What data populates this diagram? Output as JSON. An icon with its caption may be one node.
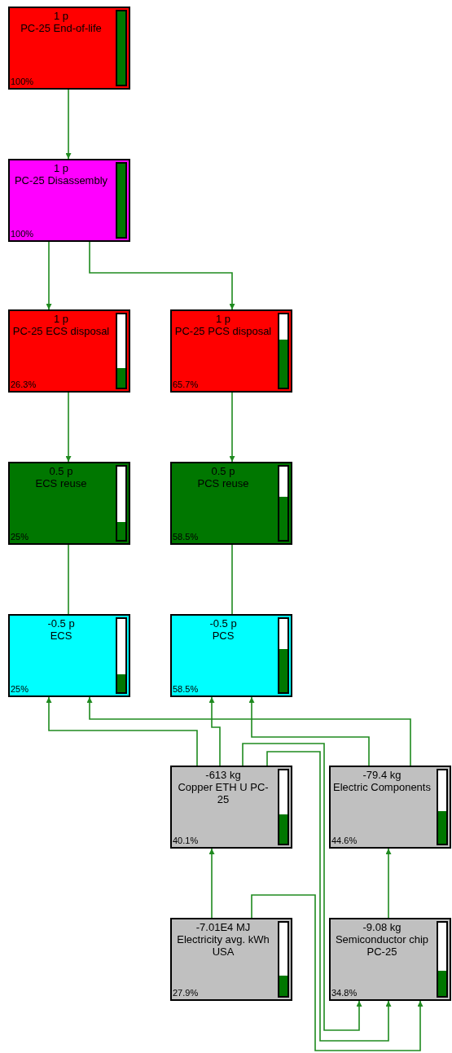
{
  "diagram": {
    "nodes": [
      {
        "text": [
          "1 p",
          "PC-25 End-of-life",
          "100%"
        ]
      },
      {
        "text": [
          "1 p",
          "PC-25 Disassembly",
          "100%"
        ]
      },
      {
        "text": [
          "1 p",
          "PC-25 ECS disposal",
          "26.3%"
        ]
      },
      {
        "text": [
          "1 p",
          "PC-25 PCS disposal",
          "65.7%"
        ]
      },
      {
        "text": [
          "0.5 p",
          "ECS reuse",
          "25%"
        ]
      },
      {
        "text": [
          "0.5 p",
          "PCS reuse",
          "58.5%"
        ]
      },
      {
        "text": [
          "-0.5 p",
          "ECS",
          "25%"
        ]
      },
      {
        "text": [
          "-0.5 p",
          "PCS",
          "58.5%"
        ]
      },
      {
        "text": [
          "-613 kg",
          "Copper ETH U PC-25",
          "40.1%"
        ]
      },
      {
        "text": [
          "-79.4 kg",
          "Electric Components",
          "44.6%"
        ]
      },
      {
        "text": [
          "-7.01E4 MJ",
          "Electricity avg. kWh USA",
          "27.9%"
        ]
      },
      {
        "text": [
          "-9.08 kg",
          "Semiconductor chip PC-25",
          "34.8%"
        ]
      }
    ],
    "edges": [
      {
        "from": 0,
        "to": 1,
        "arrow": "to"
      },
      {
        "from": 1,
        "to": 2,
        "arrow": "to"
      },
      {
        "from": 1,
        "to": 3,
        "arrow": "to"
      },
      {
        "from": 2,
        "to": 4,
        "arrow": "to"
      },
      {
        "from": 3,
        "to": 5,
        "arrow": "to"
      },
      {
        "from": 4,
        "to": 6,
        "arrow": "none"
      },
      {
        "from": 5,
        "to": 7,
        "arrow": "none"
      },
      {
        "from": 8,
        "to": 6,
        "arrow": "to"
      },
      {
        "from": 9,
        "to": 6,
        "arrow": "to"
      },
      {
        "from": 8,
        "to": 7,
        "arrow": "to"
      },
      {
        "from": 9,
        "to": 7,
        "arrow": "to"
      },
      {
        "from": 10,
        "to": 8,
        "arrow": "to"
      },
      {
        "from": 11,
        "to": 9,
        "arrow": "to"
      },
      {
        "from": 8,
        "to": 11,
        "arrow": "to"
      },
      {
        "from": 8,
        "to": 11,
        "arrow": "to"
      },
      {
        "from": 10,
        "to": 11,
        "arrow": "to"
      }
    ]
  }
}
